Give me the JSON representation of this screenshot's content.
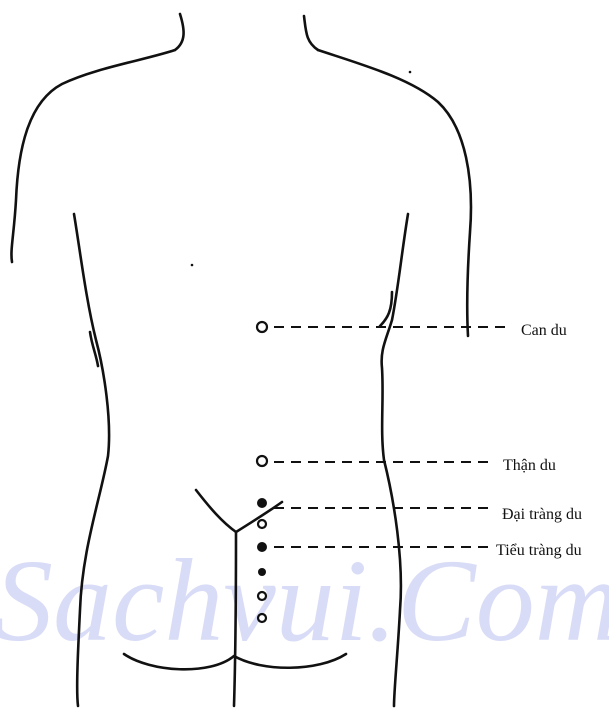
{
  "watermark": "Sachvui.Com",
  "points": [
    {
      "id": "can-du",
      "label": "Can du",
      "marker": "open"
    },
    {
      "id": "than-du",
      "label": "Thận du",
      "marker": "open"
    },
    {
      "id": "dai-trang-du",
      "label": "Đại tràng du",
      "marker": "filled"
    },
    {
      "id": "tieu-trang-du",
      "label": "Tiểu tràng du",
      "marker": "filled"
    }
  ]
}
